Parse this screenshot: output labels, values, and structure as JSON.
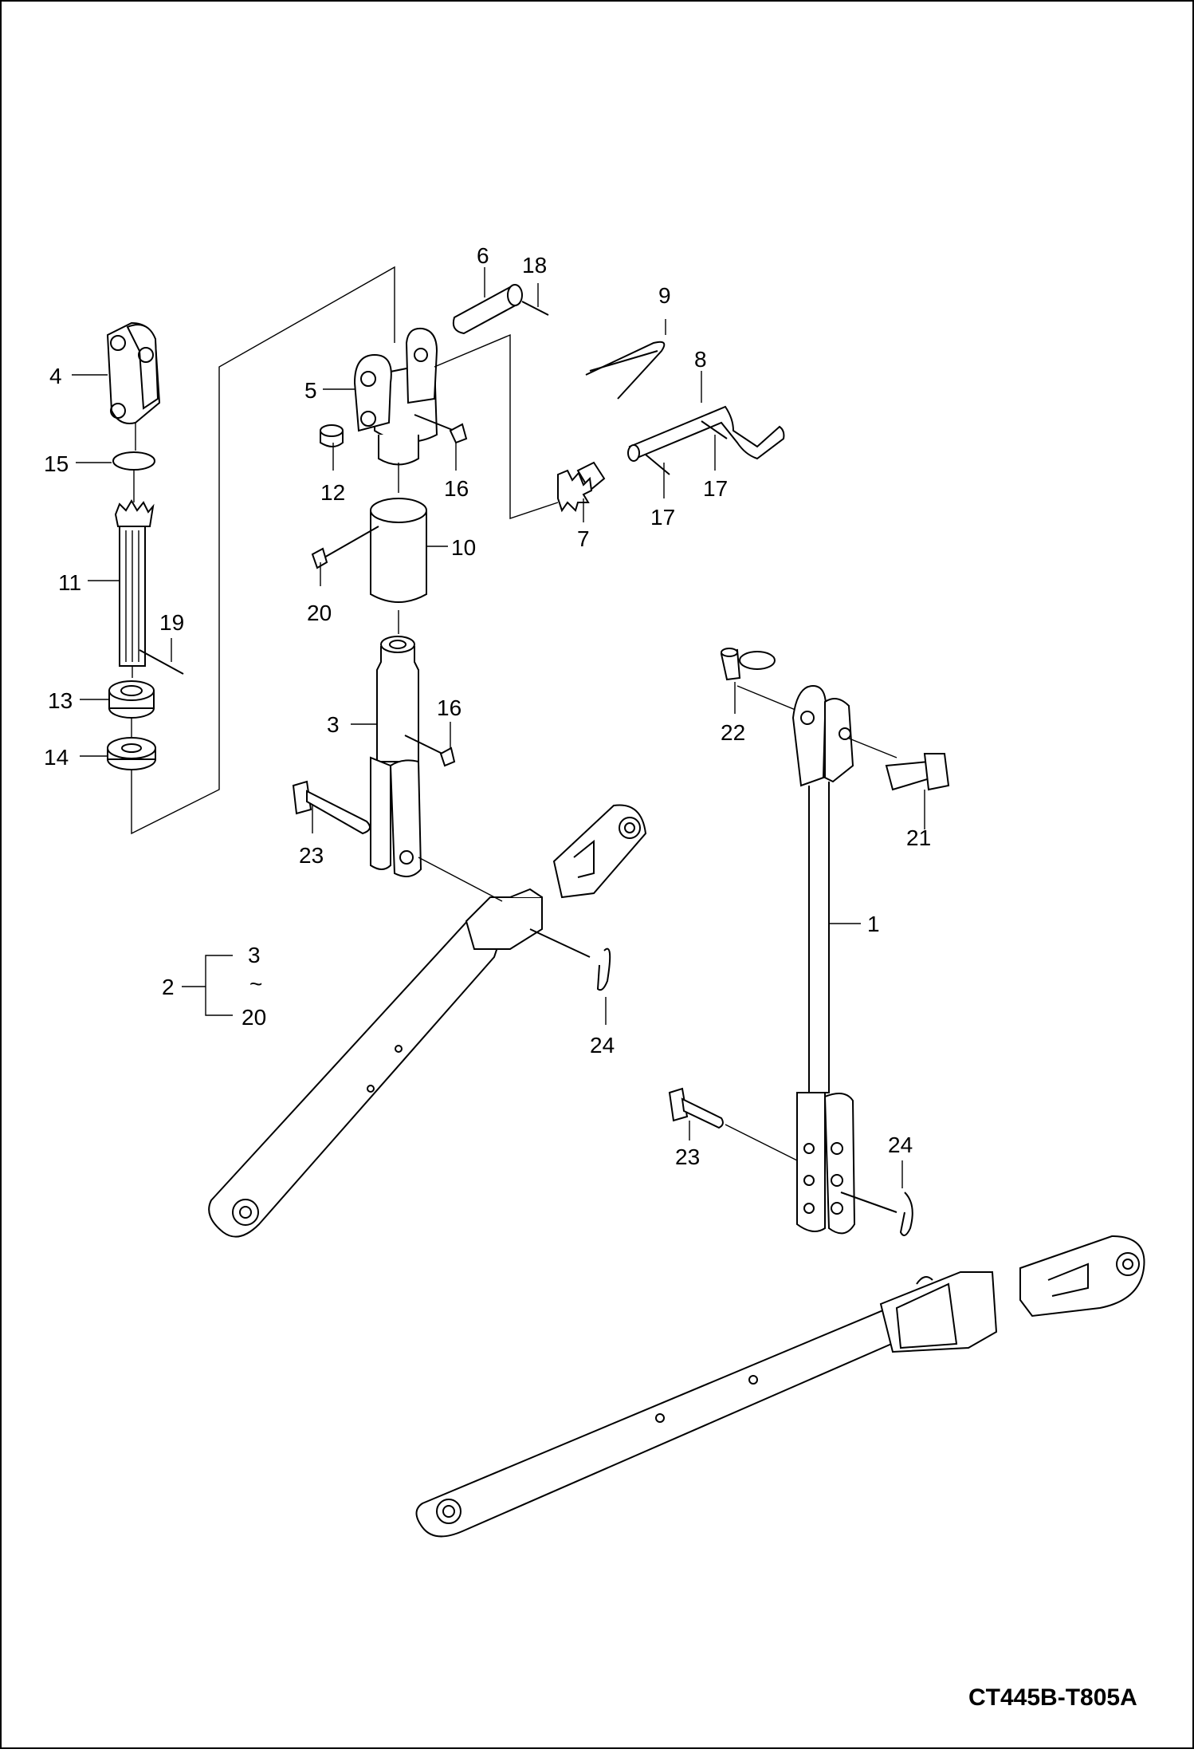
{
  "diagram": {
    "type": "exploded-parts-diagram",
    "drawing_code": "CT445B-T805A",
    "callouts": {
      "c1": "1",
      "c2": "2",
      "c3": "3",
      "c4": "4",
      "c5": "5",
      "c6": "6",
      "c7": "7",
      "c8": "8",
      "c9": "9",
      "c10": "10",
      "c11": "11",
      "c12": "12",
      "c13": "13",
      "c14": "14",
      "c15": "15",
      "c16a": "16",
      "c16b": "16",
      "c17a": "17",
      "c17b": "17",
      "c18": "18",
      "c19": "19",
      "c20": "20",
      "c21": "21",
      "c22": "22",
      "c23a": "23",
      "c23b": "23",
      "c24a": "24",
      "c24b": "24"
    },
    "range_note": {
      "parent": "2",
      "from": "3",
      "symbol": "~",
      "to": "20"
    }
  }
}
